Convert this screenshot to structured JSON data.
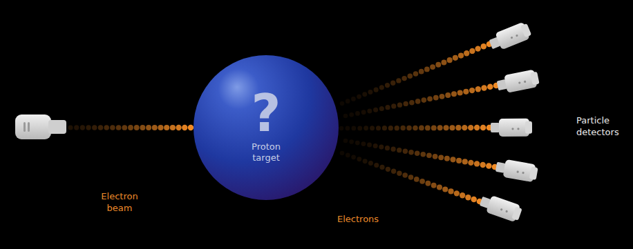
{
  "diagram": {
    "nodes": [
      {
        "text": [
          "?",
          "Proton target"
        ]
      }
    ],
    "labels": [
      "Electron beam",
      "Electrons",
      "Particle detectors"
    ]
  }
}
